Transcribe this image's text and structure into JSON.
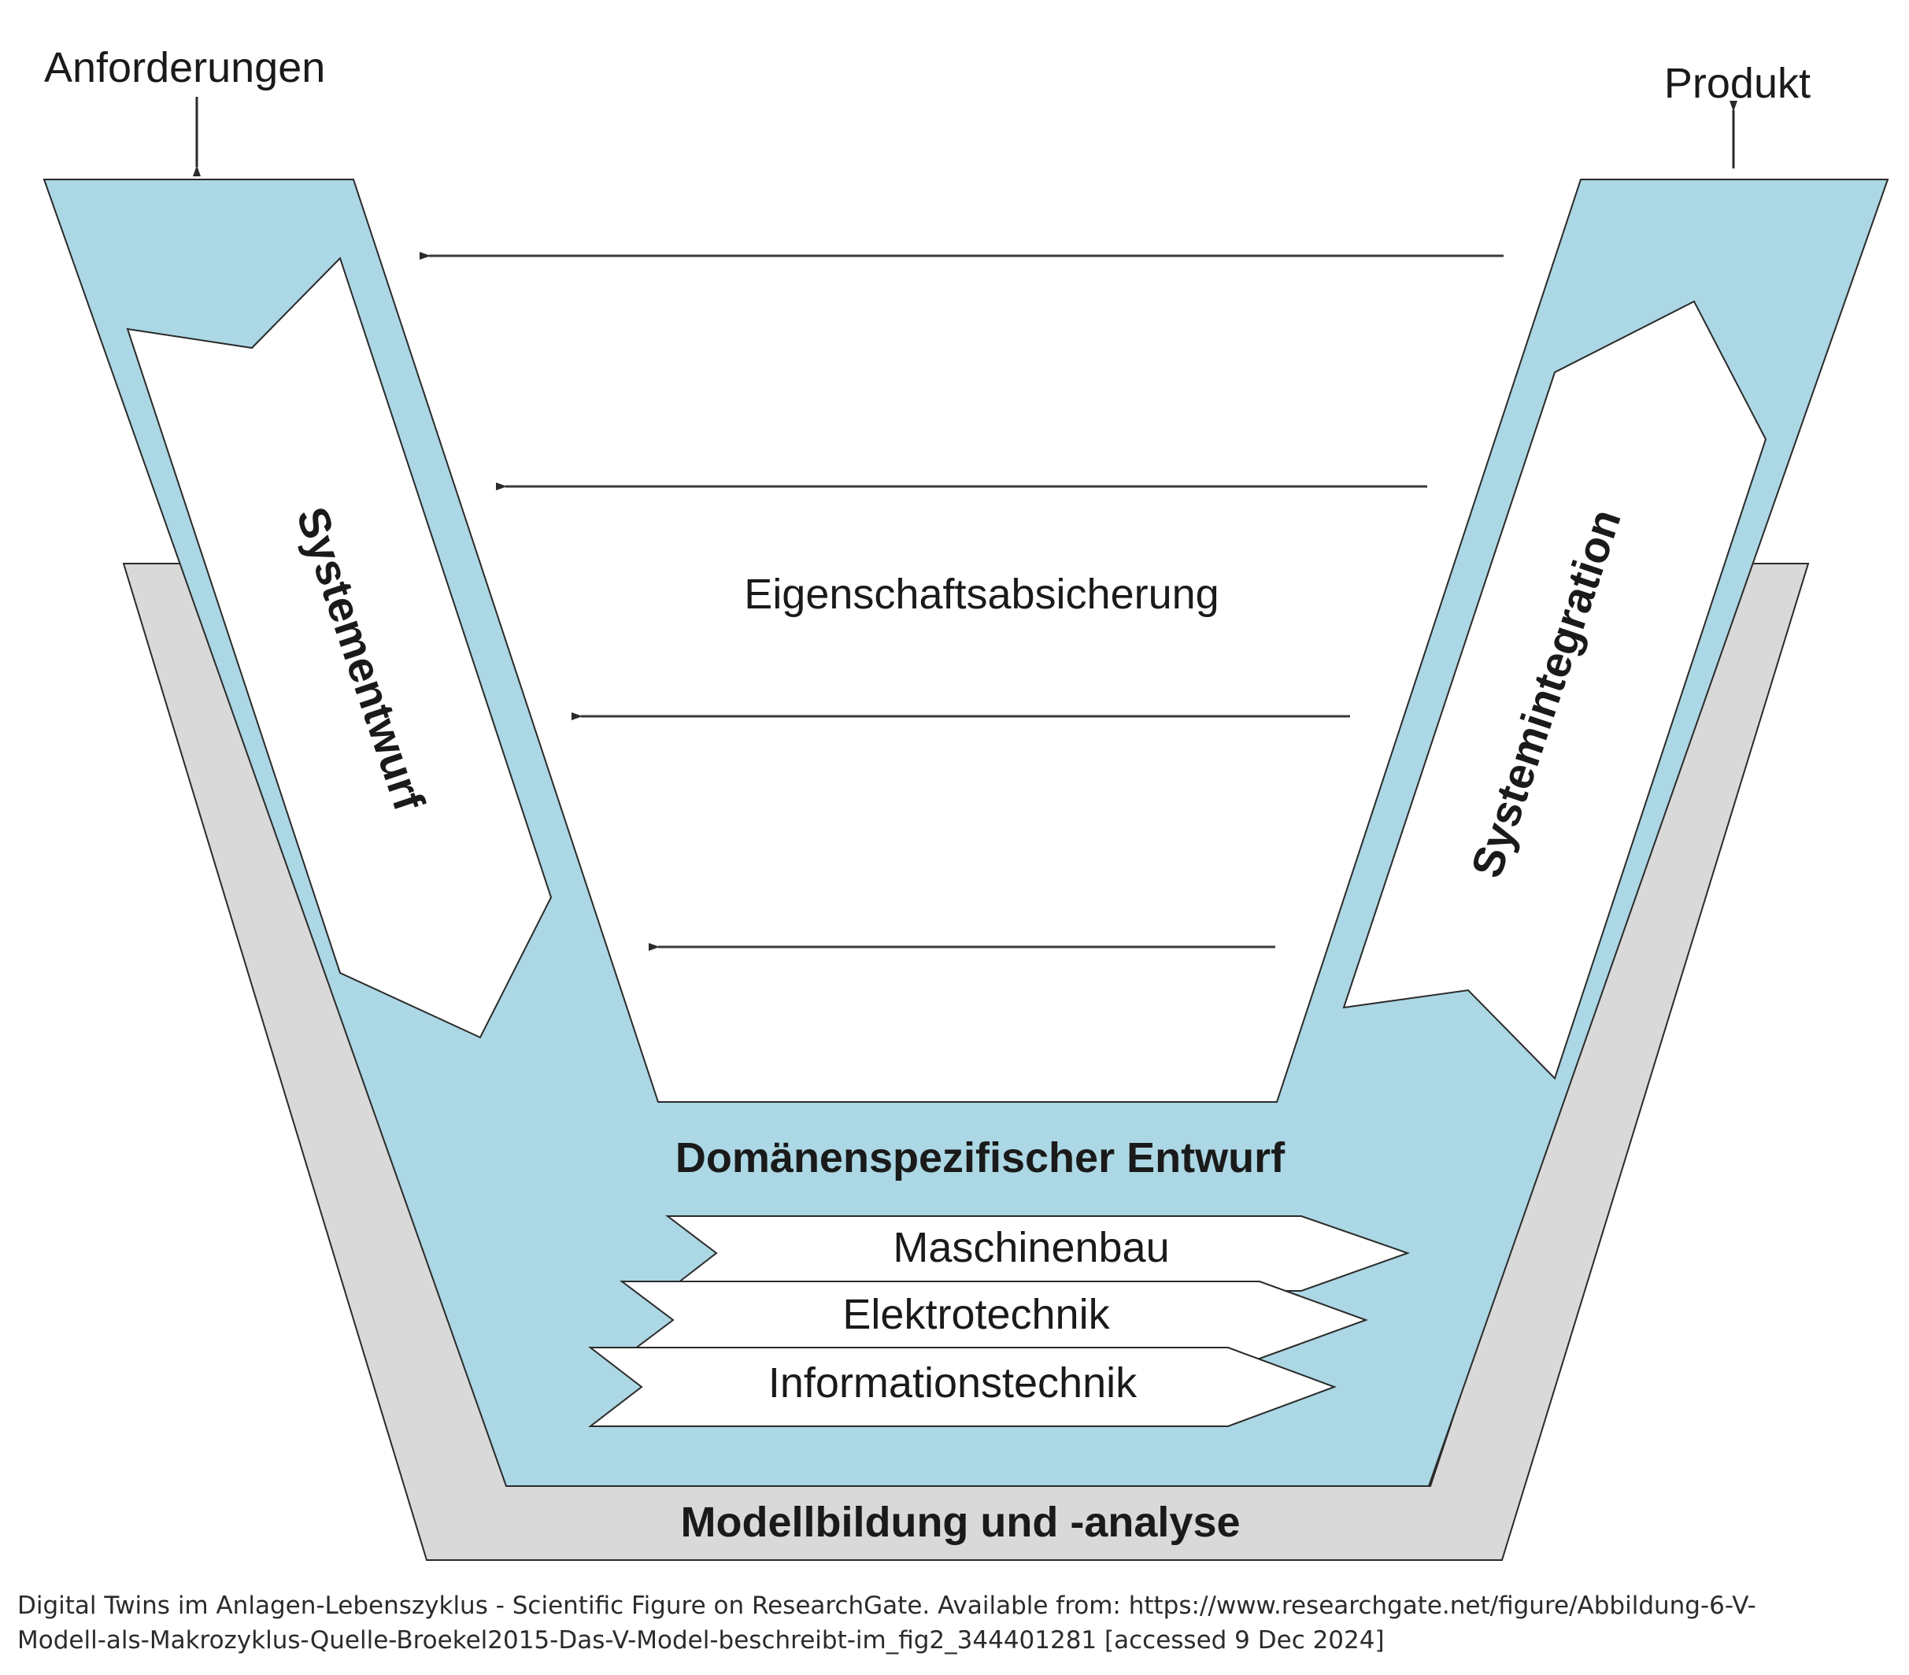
{
  "colors": {
    "blue": "#acd7e4",
    "gray": "#d9d9d9",
    "outline": "#2a2a2a",
    "white": "#ffffff"
  },
  "labels": {
    "requirements": "Anforderungen",
    "product": "Produkt",
    "system_design": "Systementwurf",
    "system_integration": "Systemintegration",
    "property_assurance": "Eigenschaftsabsicherung",
    "domain_design": "Domänenspezifischer Entwurf",
    "mechanical": "Maschinenbau",
    "electrical": "Elektrotechnik",
    "information": "Informationstechnik",
    "modeling": "Modellbildung und -analyse"
  },
  "caption": {
    "line1": "Digital Twins im Anlagen-Lebenszyklus - Scientific Figure on ResearchGate. Available from: https://www.researchgate.net/figure/Abbildung-6-V-",
    "line2": "Modell-als-Makrozyklus-Quelle-Broekel2015-Das-V-Model-beschreibt-im_fig2_344401281 [accessed 9 Dec 2024]"
  }
}
